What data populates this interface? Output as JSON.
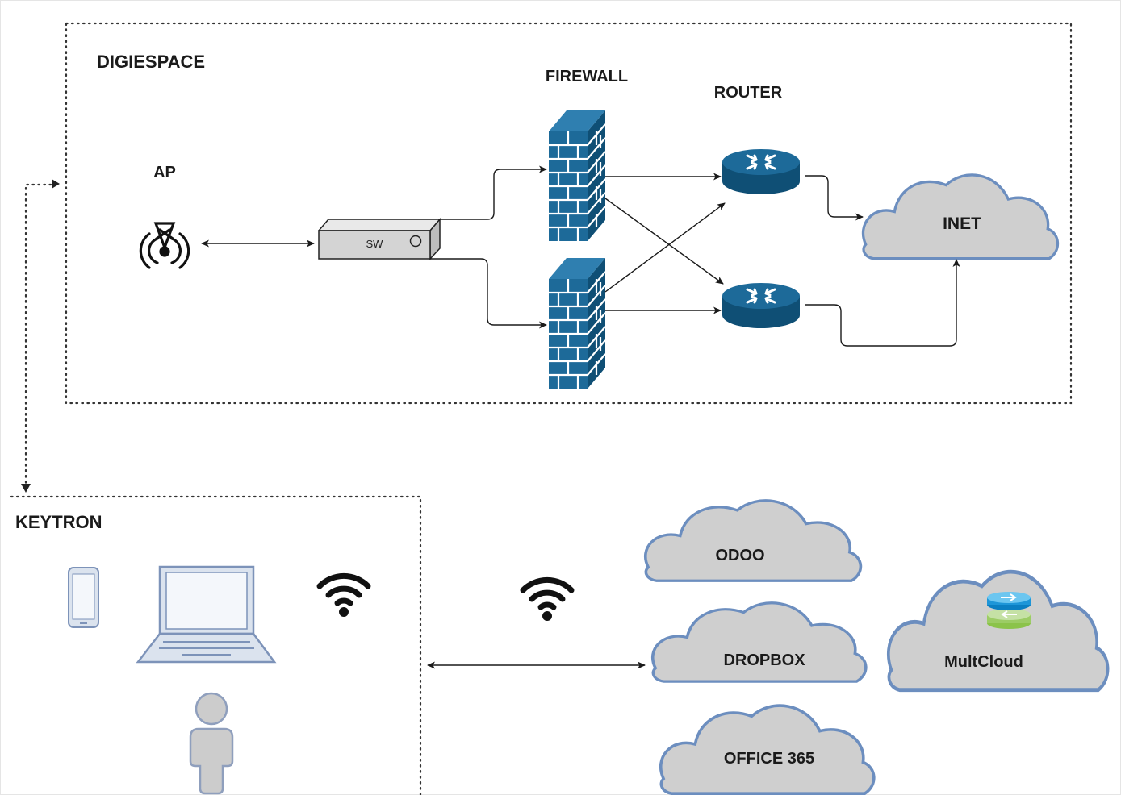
{
  "groups": {
    "digiespace": "DIGIESPACE",
    "keytron": "KEYTRON"
  },
  "labels": {
    "ap": "AP",
    "firewall": "FIREWALL",
    "router": "ROUTER",
    "switch": "SW",
    "inet": "INET",
    "odoo": "ODOO",
    "dropbox": "DROPBOX",
    "office365": "OFFICE 365",
    "multcloud": "MultCloud"
  },
  "colors": {
    "device_blue": "#1d6a99",
    "device_blue_dark": "#0f4f75",
    "cloud_fill": "#cfcfcf",
    "cloud_stroke": "#6c8ebf",
    "client_fill": "#dbe3ee",
    "client_stroke": "#7d93b9",
    "person_fill": "#cccccc",
    "person_stroke": "#8f9fbd"
  },
  "icons": [
    "wifi-ap-icon",
    "switch-icon",
    "firewall-icon",
    "router-icon",
    "cloud-icon",
    "smartphone-icon",
    "laptop-icon",
    "user-icon",
    "wifi-icon",
    "multcloud-logo-icon"
  ]
}
